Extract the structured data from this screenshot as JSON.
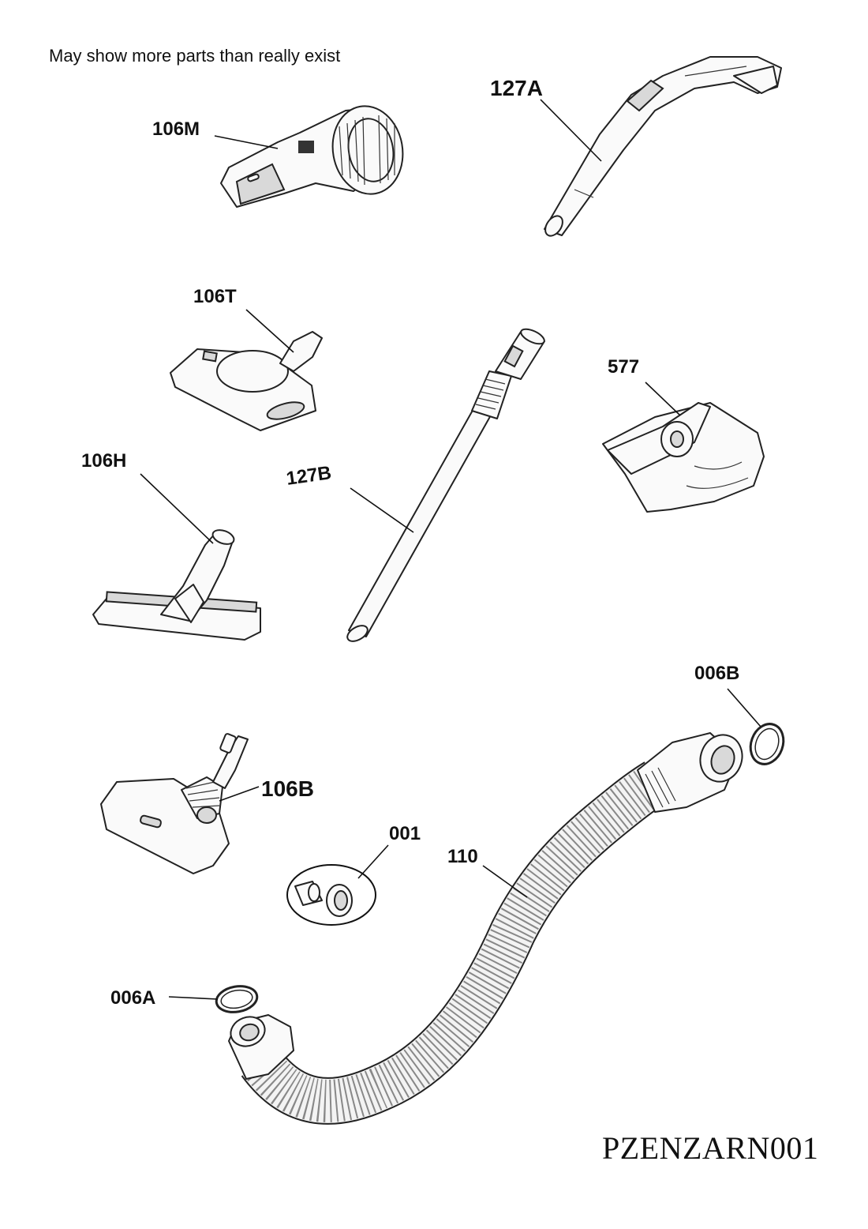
{
  "header_note": "May show more parts than really exist",
  "diagram_code": "PZENZARN001",
  "part_labels": {
    "p106M": "106M",
    "p127A": "127A",
    "p106T": "106T",
    "p577": "577",
    "p106H": "106H",
    "p127B": "127B",
    "p006B": "006B",
    "p106B": "106B",
    "p001": "001",
    "p110": "110",
    "p006A": "006A"
  }
}
